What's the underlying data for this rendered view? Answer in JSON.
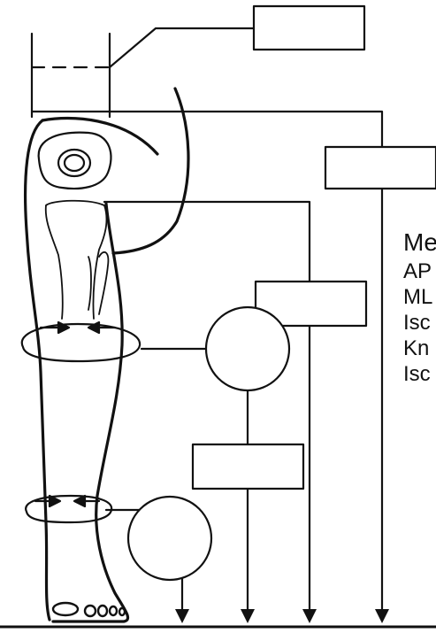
{
  "legend": {
    "title": "Me",
    "items": [
      "AP",
      "ML",
      "Isc",
      "Kn",
      "Isc"
    ]
  },
  "boxes": [
    {
      "label": ""
    },
    {
      "label": ""
    },
    {
      "label": ""
    },
    {
      "label": ""
    }
  ],
  "circles": [
    {
      "label": ""
    },
    {
      "label": ""
    }
  ],
  "colors": {
    "stroke": "#111111",
    "background": "#ffffff"
  }
}
